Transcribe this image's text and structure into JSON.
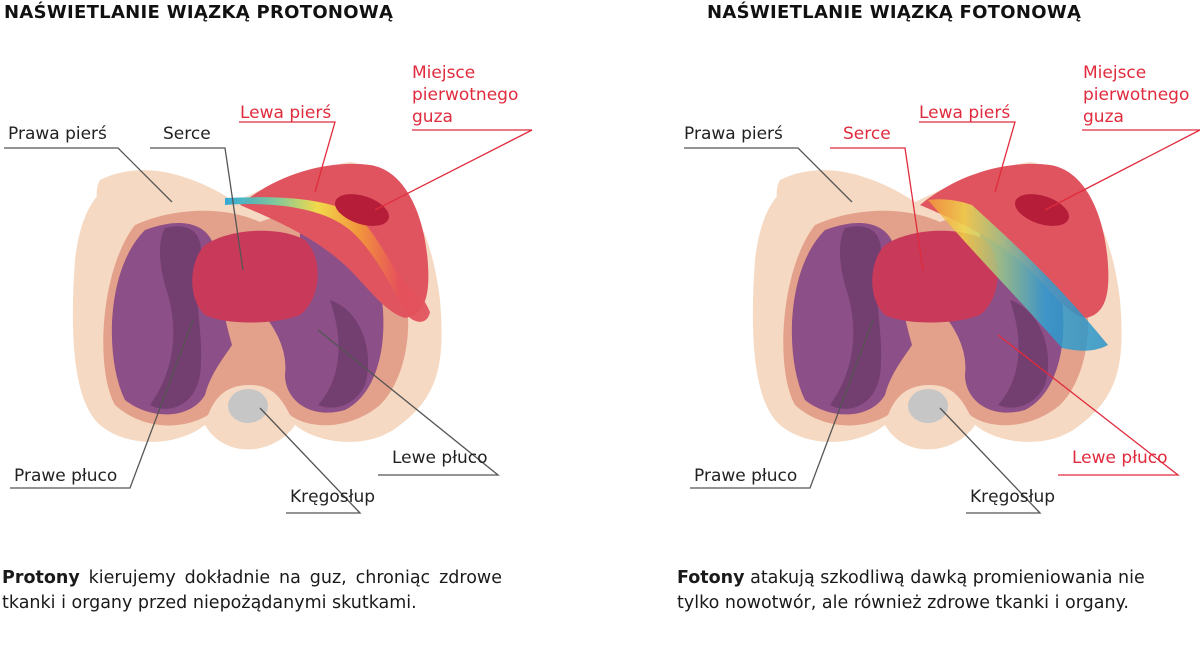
{
  "left_panel": {
    "title": "NAŚWIETLANIE WIĄZKĄ PROTONOWĄ",
    "labels": {
      "right_breast": "Prawa pierś",
      "heart": "Serce",
      "left_breast": "Lewa pierś",
      "tumor_line1": "Miejsce",
      "tumor_line2": "pierwotnego",
      "tumor_line3": "guza",
      "right_lung": "Prawe płuco",
      "left_lung": "Lewe płuco",
      "spine": "Kręgosłup"
    },
    "description_bold": "Protony",
    "description_text": " kierujemy dokładnie na guz, chroniąc zdrowe tkanki i organy przed niepożądanymi skutkami."
  },
  "right_panel": {
    "title": "NAŚWIETLANIE WIĄZKĄ FOTONOWĄ",
    "labels": {
      "right_breast": "Prawa pierś",
      "heart": "Serce",
      "left_breast": "Lewa pierś",
      "tumor_line1": "Miejsce",
      "tumor_line2": "pierwotnego",
      "tumor_line3": "guza",
      "right_lung": "Prawe płuco",
      "left_lung": "Lewe płuco",
      "spine": "Kręgosłup"
    },
    "description_bold": "Fotony",
    "description_text": " atakują szkodliwą dawką promieniowania nie tylko nowotwór, ale również zdrowe tkanki i organy."
  },
  "colors": {
    "skin": "#f5d9c2",
    "lung": "#8c4f87",
    "lung_dark": "#6d3a6a",
    "heart": "#c8395a",
    "breast": "#e0545f",
    "tumor": "#b51d38",
    "tissue": "#e3a08a",
    "spine": "#c6c6c6",
    "label_red": "#e02b3d",
    "label_dark": "#222222"
  }
}
